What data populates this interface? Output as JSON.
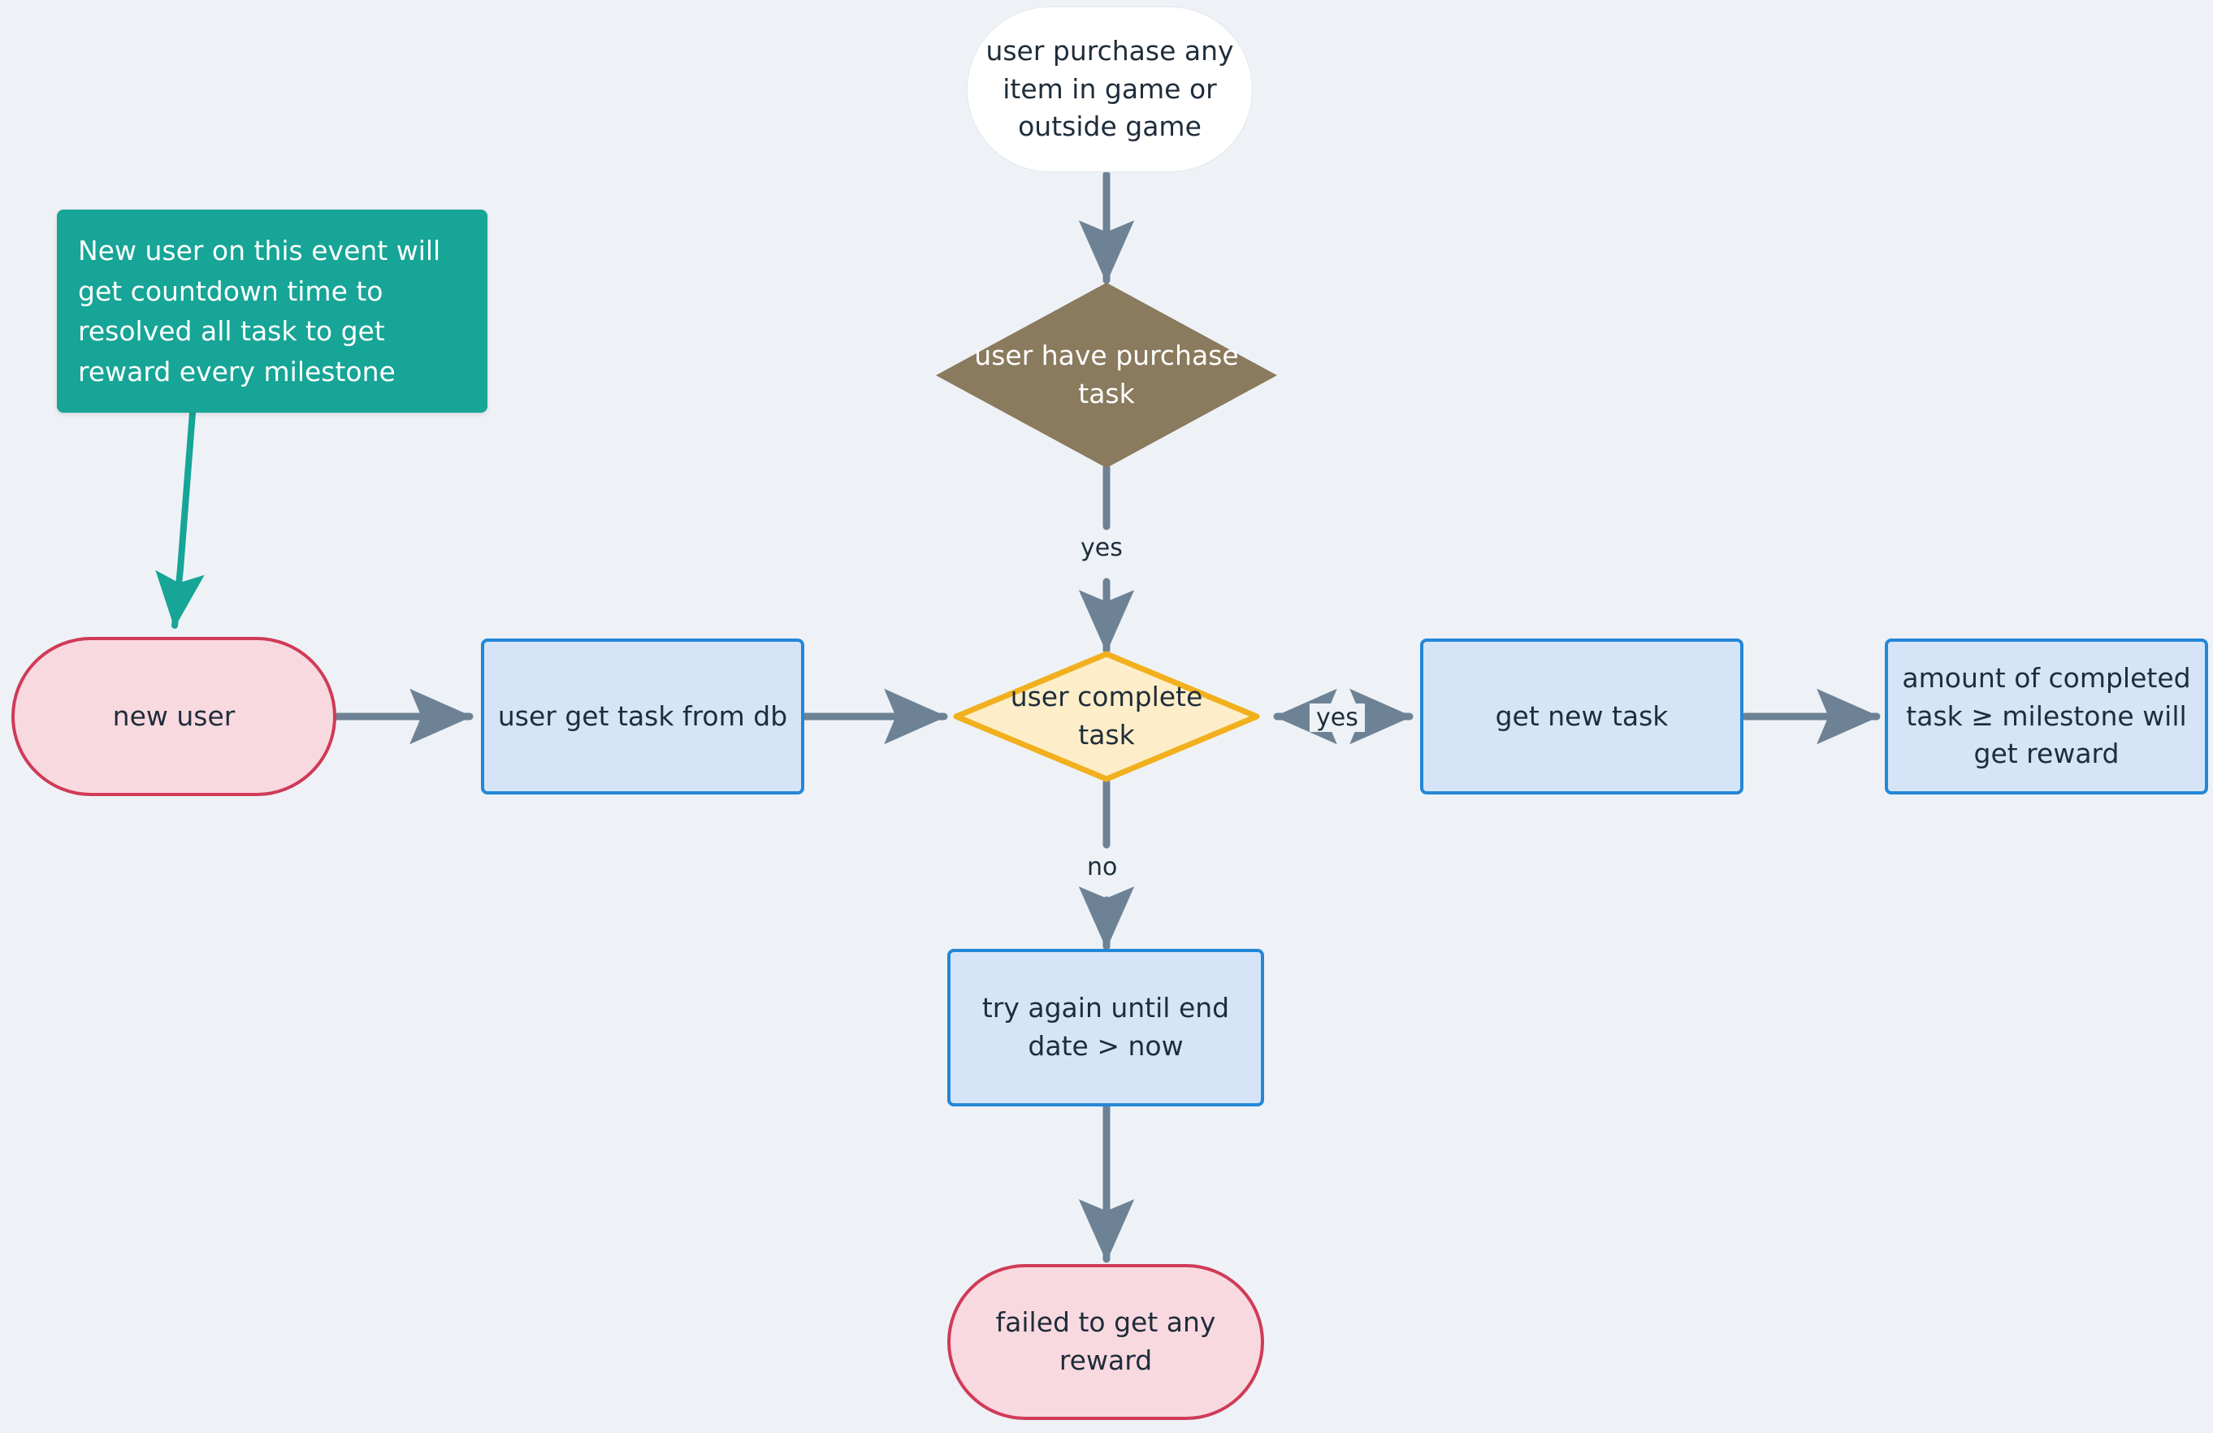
{
  "diagram": {
    "title": "user task / reward flowchart",
    "background_color": "#eef2f6",
    "edge_color": "#6e8296",
    "note_color": "#16a596",
    "process_fill": "#d5e5f7",
    "process_stroke": "#2387d8",
    "terminal_fill": "#f9d9e0",
    "terminal_stroke": "#cf3b58",
    "decision_purchase_fill": "#8a7a5e",
    "decision_complete_fill": "#fdeec9",
    "decision_complete_stroke": "#f2b01e",
    "text_color": "#1f2d3a"
  },
  "nodes": {
    "start_purchase": {
      "label": "user purchase any\nitem in game or\noutside game",
      "shape": "stadium"
    },
    "note_new_user": {
      "label": "New user on this event will get countdown time to resolved all task to get reward every milestone",
      "shape": "note"
    },
    "decision_have_purchase_task": {
      "label": "user have purchase\ntask",
      "shape": "diamond"
    },
    "new_user": {
      "label": "new user",
      "shape": "stadium"
    },
    "user_get_task_from_db": {
      "label": "user get task from db",
      "shape": "rect"
    },
    "decision_user_complete_task": {
      "label": "user complete\ntask",
      "shape": "diamond"
    },
    "get_new_task": {
      "label": "get new task",
      "shape": "rect"
    },
    "amount_completed_reward": {
      "label": "amount of completed\ntask ≥ milestone will\nget reward",
      "shape": "rect"
    },
    "try_again": {
      "label": "try again until end\ndate > now",
      "shape": "rect"
    },
    "failed_reward": {
      "label": "failed to get any\nreward",
      "shape": "stadium"
    }
  },
  "edge_labels": {
    "purchase_yes": "yes",
    "complete_yes": "yes",
    "complete_no": "no"
  }
}
